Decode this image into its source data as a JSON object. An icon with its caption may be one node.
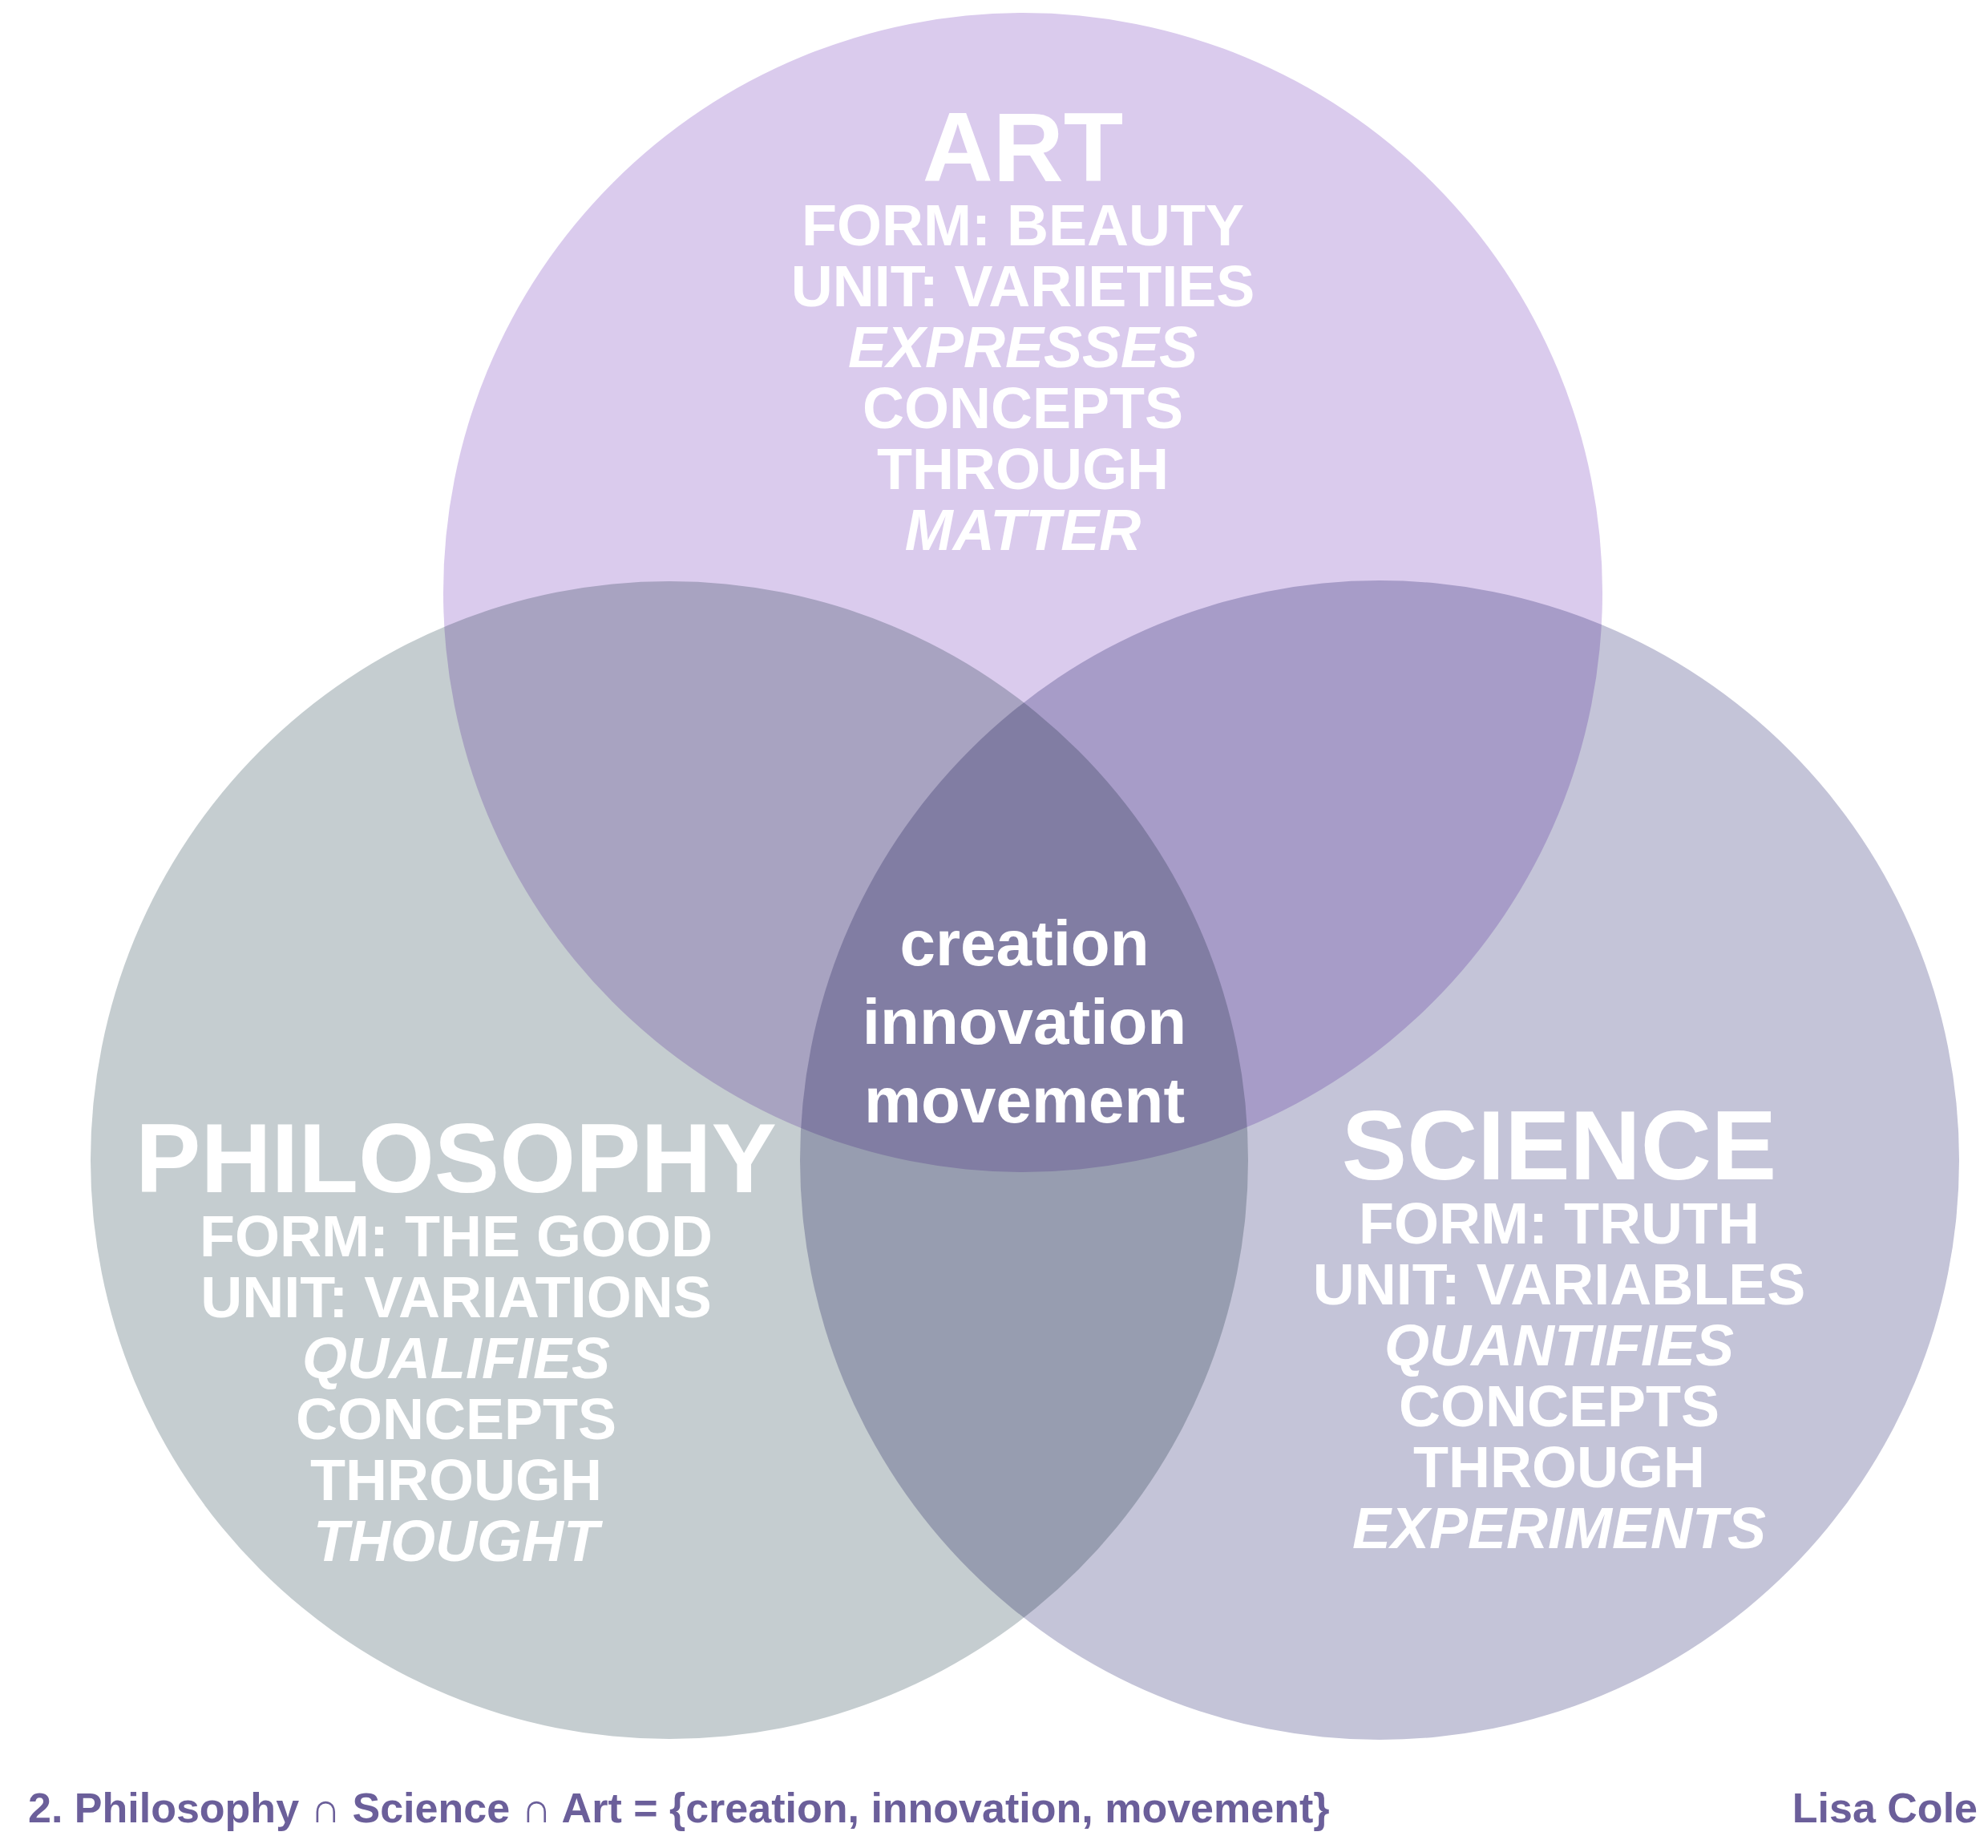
{
  "diagram": {
    "caption": "2. Philosophy ∩ Science ∩ Art = {creation, innovation, movement}",
    "nodes": [
      {
        "text": [
          "ART",
          "FORM: BEAUTY",
          "UNIT: VARIETIES",
          "*EXPRESSES* CONCEPTS THROUGH *MATTER*"
        ]
      },
      {
        "text": [
          "PHILOSOPHY",
          "FORM: THE GOOD",
          "UNIT: VARIATIONS",
          "*QUALIFIES* CONCEPTS THROUGH *THOUGHT*"
        ]
      },
      {
        "text": [
          "SCIENCE",
          "FORM: TRUTH",
          "UNIT: VARIABLES",
          "*QUANTIFIES* CONCEPTS THROUGH *EXPERIMENTS*"
        ]
      }
    ],
    "labels": [
      "creation innovation movement",
      "Lisa Cole"
    ]
  }
}
